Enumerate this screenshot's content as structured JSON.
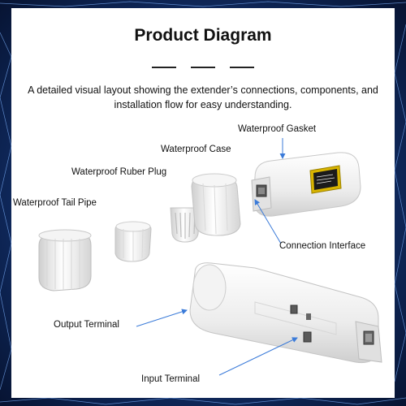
{
  "header": {
    "title": "Product Diagram",
    "subtitle": "A detailed visual layout showing the extender’s connections, components, and installation flow for easy understanding."
  },
  "labels": {
    "gasket": "Waterproof Gasket",
    "case": "Waterproof Case",
    "rubber_plug": "Waterproof Ruber Plug",
    "tail_pipe": "Waterproof Tail Pipe",
    "connection_interface": "Connection Interface",
    "output_terminal": "Output  Terminal",
    "input_terminal": "Input Terminal"
  },
  "colors": {
    "arrow": "#3b7bd9",
    "background": "#0b1e4a",
    "card": "#ffffff",
    "device_body": "#eeeeee",
    "label_plate": "#d8b400"
  }
}
